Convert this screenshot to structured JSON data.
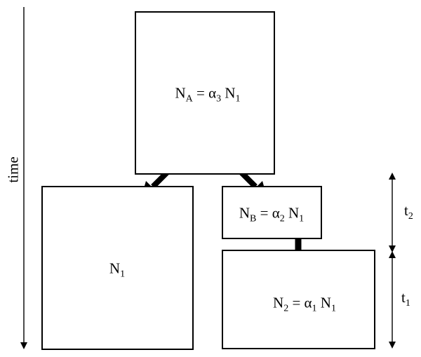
{
  "axis": {
    "time_label": "time"
  },
  "populations": {
    "A": {
      "name": "N",
      "name_sub": "A",
      "coef": "α",
      "coef_sub": "3",
      "base": "N",
      "base_sub": "1"
    },
    "one": {
      "name": "N",
      "name_sub": "1"
    },
    "B": {
      "name": "N",
      "name_sub": "B",
      "coef": "α",
      "coef_sub": "2",
      "base": "N",
      "base_sub": "1"
    },
    "two": {
      "name": "N",
      "name_sub": "2",
      "coef": "α",
      "coef_sub": "1",
      "base": "N",
      "base_sub": "1"
    }
  },
  "durations": {
    "t2": {
      "name": "t",
      "sub": "2"
    },
    "t1": {
      "name": "t",
      "sub": "1"
    }
  },
  "equals_sign": "=",
  "colors": {
    "stroke": "#000000",
    "background": "#ffffff"
  }
}
